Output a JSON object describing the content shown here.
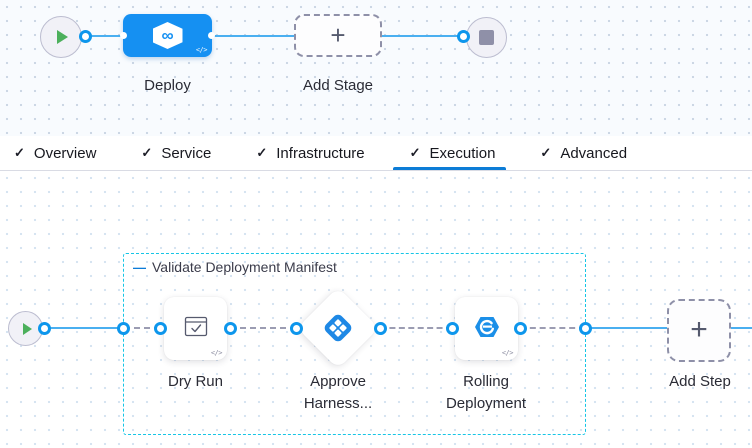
{
  "colors": {
    "accent_blue": "#1590f2",
    "line_blue": "#4aaff0",
    "tab_underline_blue": "#0c7cd6",
    "group_border_cyan": "#16c5e6",
    "play_green": "#4cb05c",
    "icon_blue": "#1e88e5"
  },
  "icons": {
    "check": "✓",
    "plus": "+",
    "code": "</>",
    "infinity": "∞",
    "collapse_dash": "—"
  },
  "stage_pipeline": {
    "deploy_label": "Deploy",
    "add_stage_label": "Add Stage"
  },
  "tabs": {
    "items": [
      {
        "label": "Overview",
        "active": false
      },
      {
        "label": "Service",
        "active": false
      },
      {
        "label": "Infrastructure",
        "active": false
      },
      {
        "label": "Execution",
        "active": true
      },
      {
        "label": "Advanced",
        "active": false
      }
    ]
  },
  "execution": {
    "group_label": "Validate Deployment Manifest",
    "steps": {
      "dry_run": {
        "label": "Dry Run"
      },
      "approve": {
        "label_line1": "Approve",
        "label_line2": "Harness..."
      },
      "rolling": {
        "label_line1": "Rolling",
        "label_line2": "Deployment"
      },
      "add_step": {
        "label": "Add Step"
      }
    }
  }
}
